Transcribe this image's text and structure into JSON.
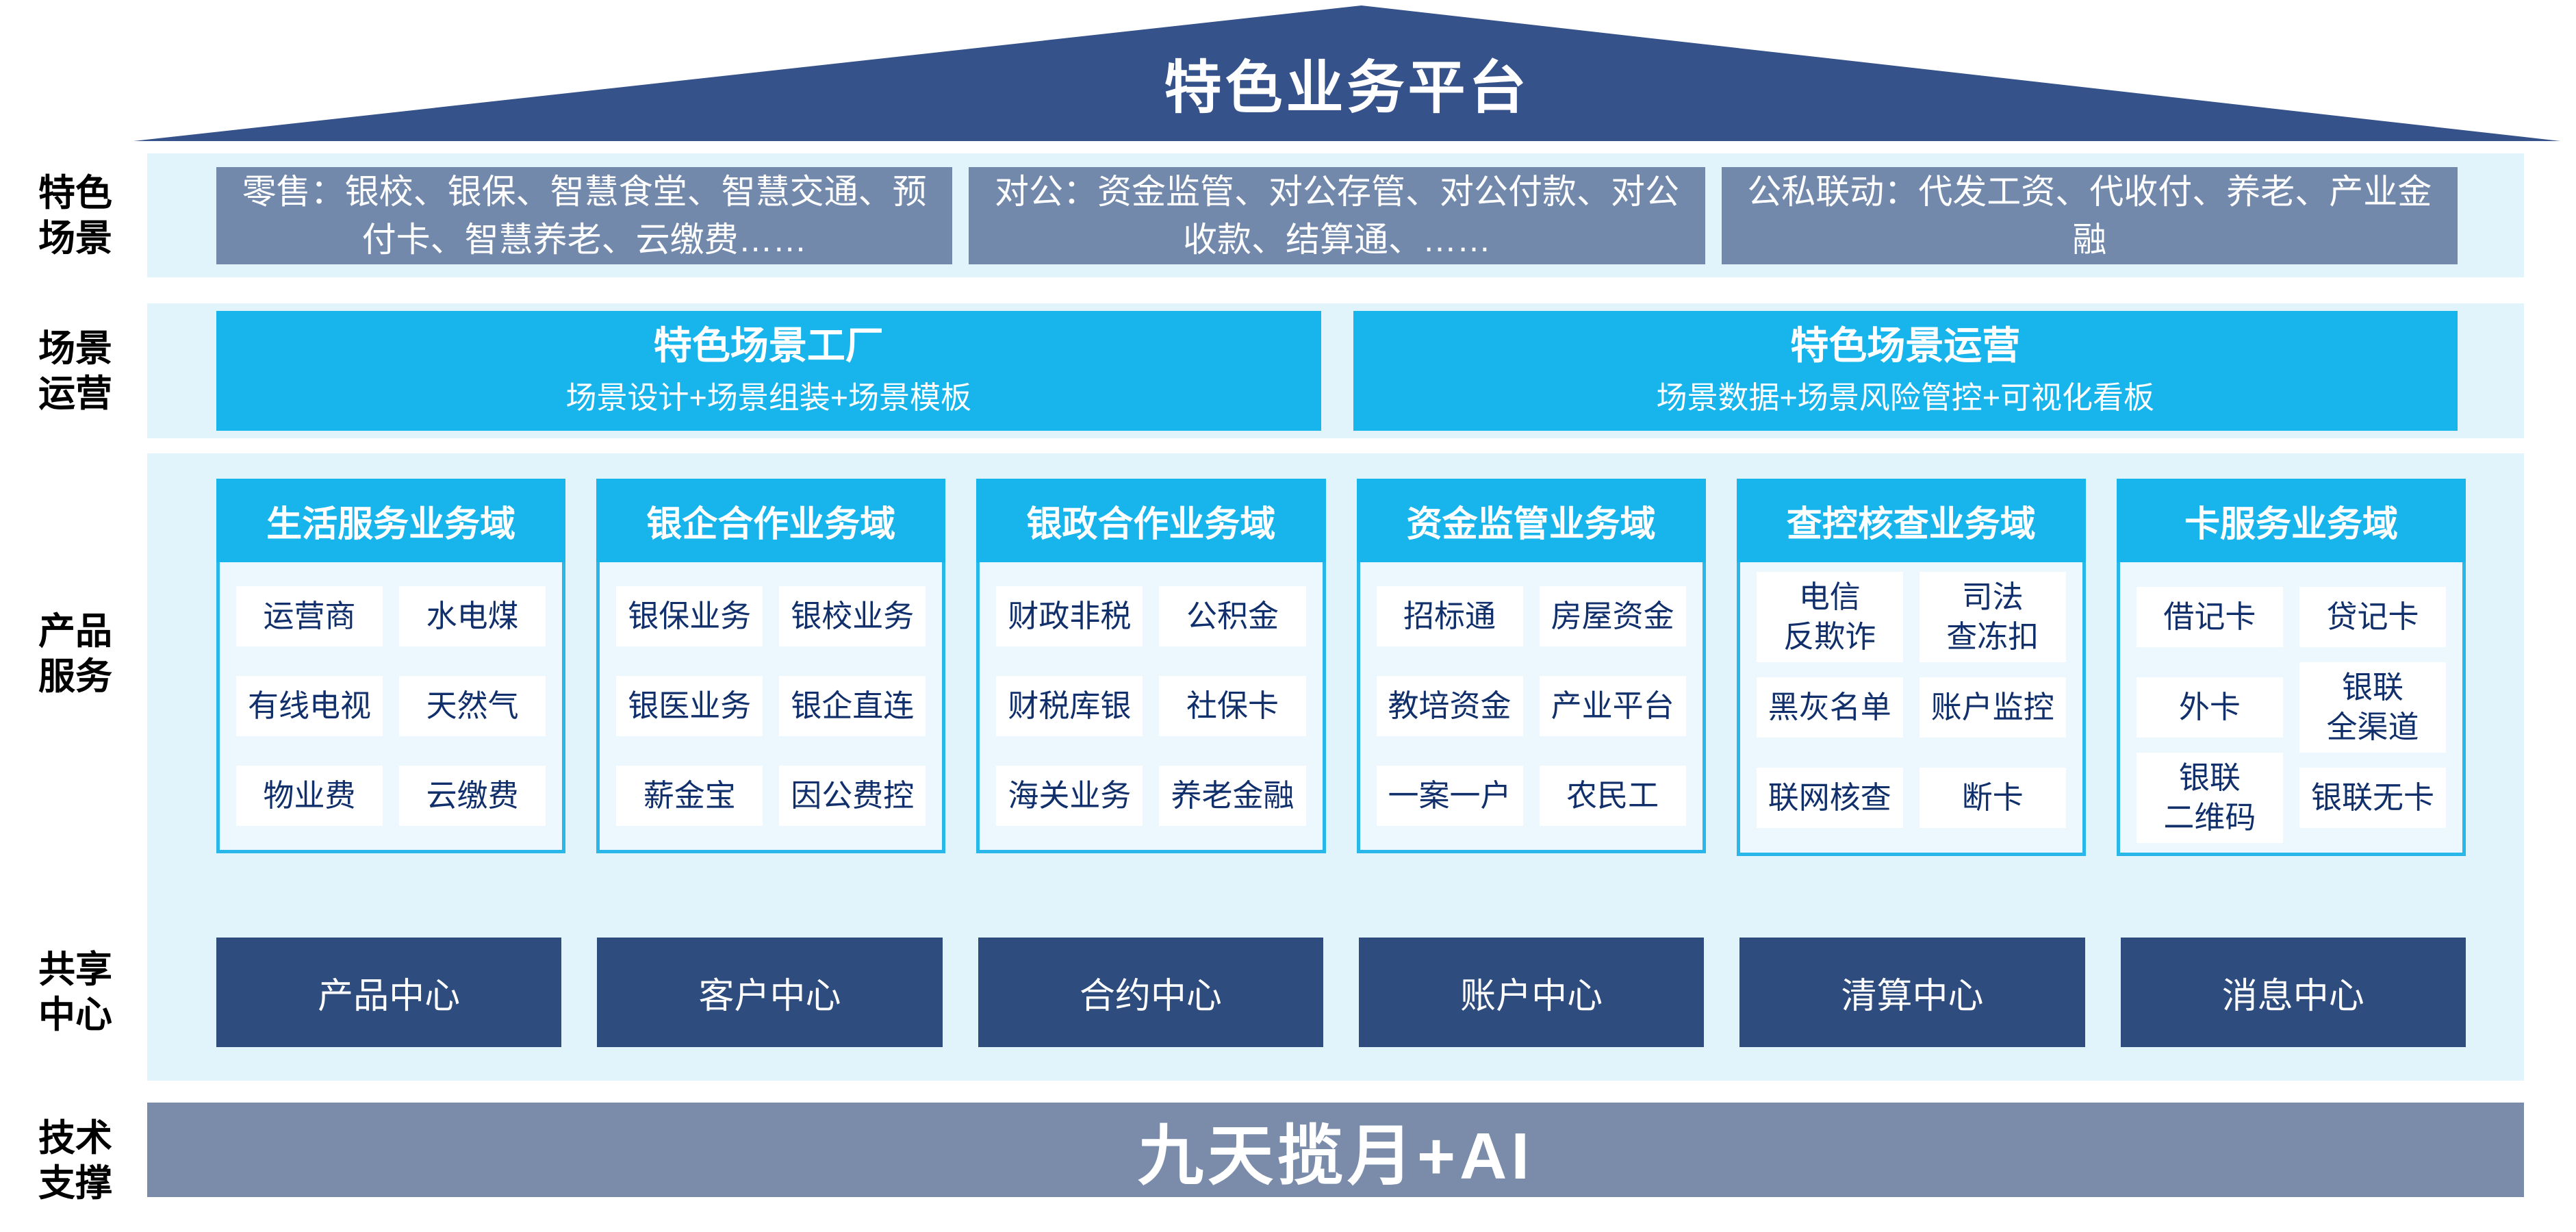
{
  "title": "特色业务平台",
  "colors": {
    "roof_navy": "#36528a",
    "band_light_blue": "#e1f3fb",
    "box_grey_blue": "#7289ac",
    "cyan": "#17b5eb",
    "cyan_border": "#29b7ea",
    "column_body_bg": "#ecf8fe",
    "cell_text_navy": "#11306b",
    "center_box_navy": "#2e4c7e",
    "tech_bar_grey": "#7b8caa"
  },
  "left_labels": {
    "scene": "特色\n场景",
    "operation": "场景\n运营",
    "product": "产品\n服务",
    "share": "共享\n中心",
    "tech": "技术\n支撑"
  },
  "scene_band": {
    "boxes": [
      "零售：银校、银保、智慧食堂、智慧交通、预付卡、智慧养老、云缴费……",
      "对公：资金监管、对公存管、对公付款、对公收款、结算通、……",
      "公私联动：代发工资、代收付、养老、产业金融"
    ]
  },
  "operation_band": {
    "factory": {
      "title": "特色场景工厂",
      "subtitle": "场景设计+场景组装+场景模板"
    },
    "operation": {
      "title": "特色场景运营",
      "subtitle": "场景数据+场景风险管控+可视化看板"
    }
  },
  "product_band": {
    "domains": [
      {
        "header": "生活服务业务域",
        "cells": [
          "运营商",
          "水电煤",
          "有线电视",
          "天然气",
          "物业费",
          "云缴费"
        ]
      },
      {
        "header": "银企合作业务域",
        "cells": [
          "银保业务",
          "银校业务",
          "银医业务",
          "银企直连",
          "薪金宝",
          "因公费控"
        ]
      },
      {
        "header": "银政合作业务域",
        "cells": [
          "财政非税",
          "公积金",
          "财税库银",
          "社保卡",
          "海关业务",
          "养老金融"
        ]
      },
      {
        "header": "资金监管业务域",
        "cells": [
          "招标通",
          "房屋资金",
          "教培资金",
          "产业平台",
          "一案一户",
          "农民工"
        ]
      },
      {
        "header": "查控核查业务域",
        "cells": [
          "电信\n反欺诈",
          "司法\n查冻扣",
          "黑灰名单",
          "账户监控",
          "联网核查",
          "断卡"
        ]
      },
      {
        "header": "卡服务业务域",
        "cells": [
          "借记卡",
          "贷记卡",
          "外卡",
          "银联\n全渠道",
          "银联\n二维码",
          "银联无卡"
        ]
      }
    ]
  },
  "share_band": {
    "centers": [
      "产品中心",
      "客户中心",
      "合约中心",
      "账户中心",
      "清算中心",
      "消息中心"
    ]
  },
  "tech_band": {
    "text": "九天揽月+AI"
  }
}
